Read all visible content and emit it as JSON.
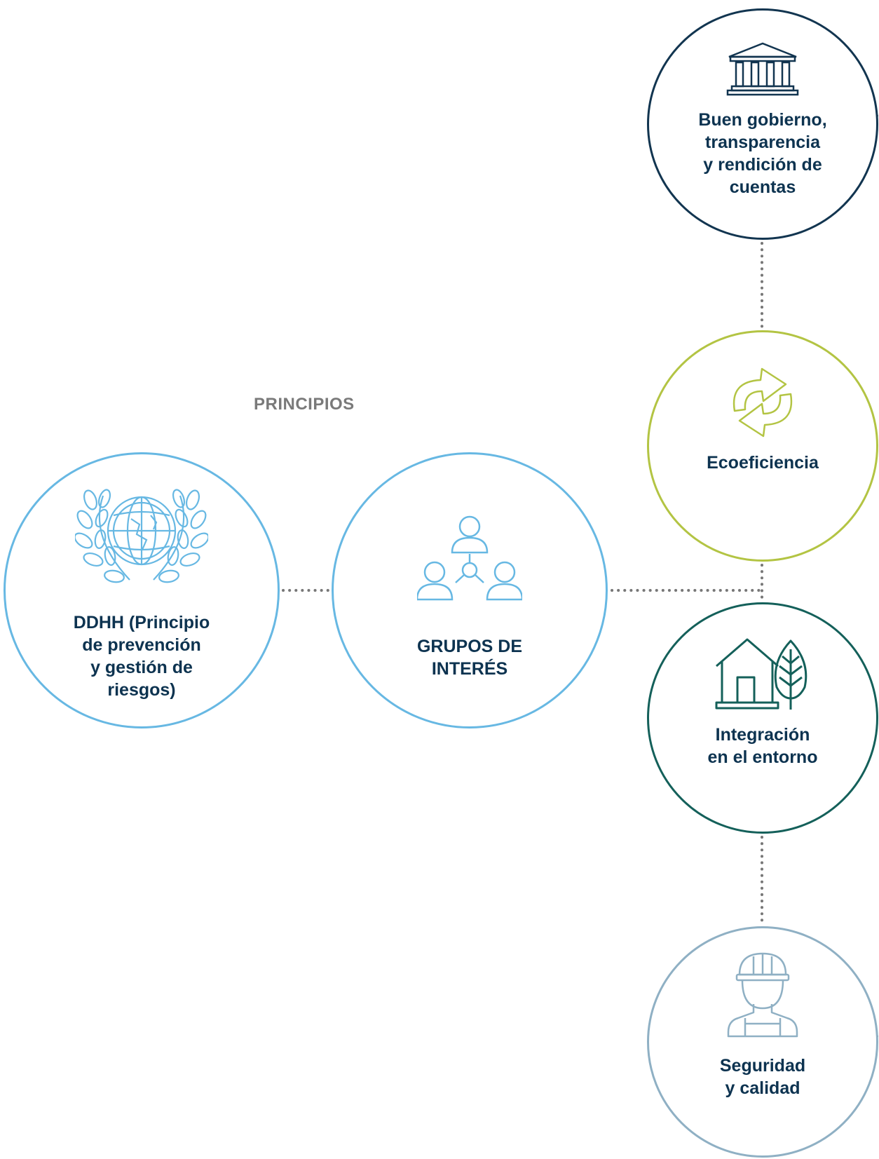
{
  "heading": "PRINCIPIOS",
  "colors": {
    "light_blue": "#67b8e3",
    "navy": "#123550",
    "olive": "#b3c443",
    "teal": "#14605a",
    "grey_blue": "#8fb0c4",
    "label_text": "#0d3350",
    "heading_text": "#7a7a7a",
    "connector": "#777777"
  },
  "nodes": {
    "ddhh": {
      "label": "DDHH (Principio\nde prevención\ny gestión de\nriesgos)",
      "icon": "un-globe-laurel-icon"
    },
    "grupos": {
      "label": "GRUPOS DE\nINTERÉS",
      "icon": "stakeholders-network-icon"
    },
    "buen_gobierno": {
      "label": "Buen gobierno,\ntransparencia\ny rendición de\ncuentas",
      "icon": "government-building-icon"
    },
    "ecoeficiencia": {
      "label": "Ecoeficiencia",
      "icon": "recycle-arrows-icon"
    },
    "integracion": {
      "label": "Integración\nen el entorno",
      "icon": "house-tree-icon"
    },
    "seguridad": {
      "label": "Seguridad\ny calidad",
      "icon": "worker-helmet-icon"
    }
  }
}
